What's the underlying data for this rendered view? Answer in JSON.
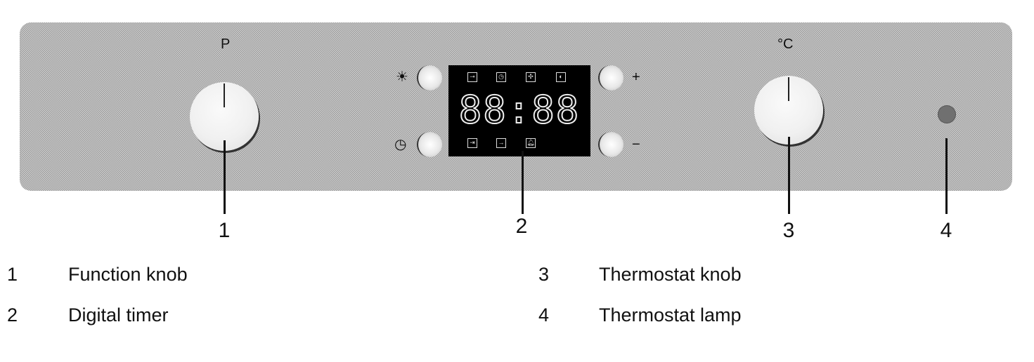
{
  "panel": {
    "function_knob_symbol": "P",
    "thermostat_knob_symbol": "°C",
    "button_symbols": {
      "light": "☀",
      "clock": "◷",
      "plus": "+",
      "minus": "−"
    },
    "display": {
      "digits": "88:88"
    },
    "icons": [
      "key-icon",
      "clock-icon",
      "fan-icon",
      "half-circle-icon",
      "duration-icon",
      "end-time-icon",
      "bell-icon"
    ]
  },
  "callouts": [
    "1",
    "2",
    "3",
    "4"
  ],
  "legend": [
    {
      "num": "1",
      "label": "Function knob"
    },
    {
      "num": "2",
      "label": "Digital timer"
    },
    {
      "num": "3",
      "label": "Thermostat knob"
    },
    {
      "num": "4",
      "label": "Thermostat lamp"
    }
  ]
}
